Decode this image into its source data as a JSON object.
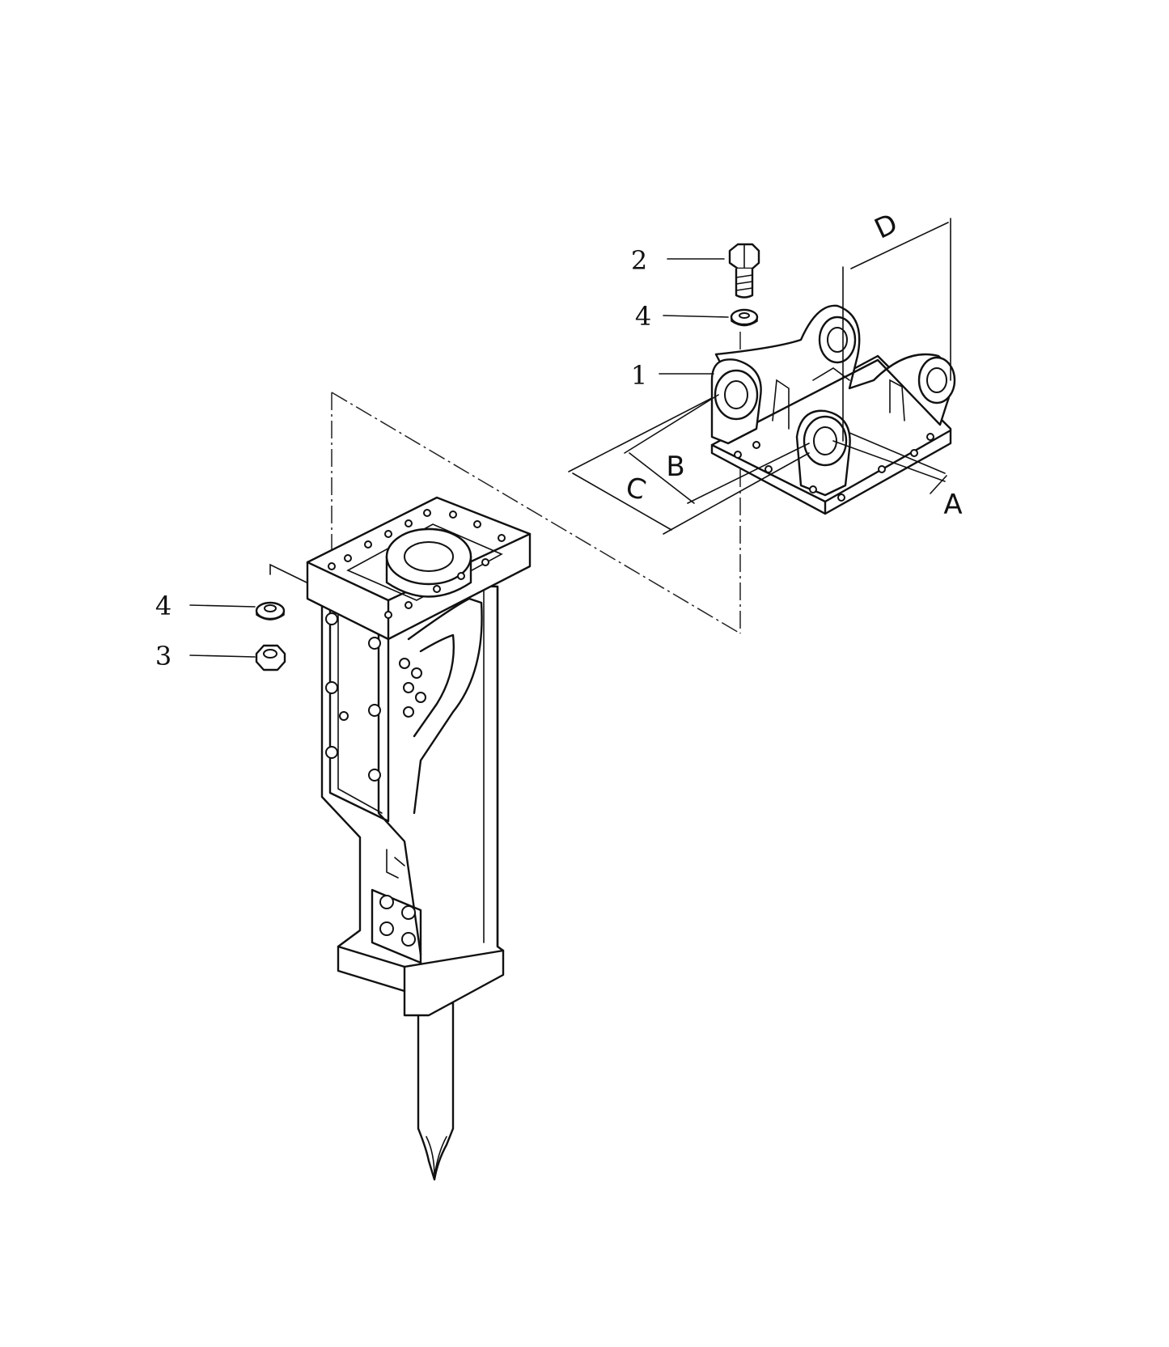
{
  "callouts": {
    "bolt": "2",
    "washer_top": "4",
    "bracket": "1",
    "washer_left": "4",
    "nut": "3"
  },
  "dimensions": {
    "a": "A",
    "b": "B",
    "c": "C",
    "d": "D"
  }
}
